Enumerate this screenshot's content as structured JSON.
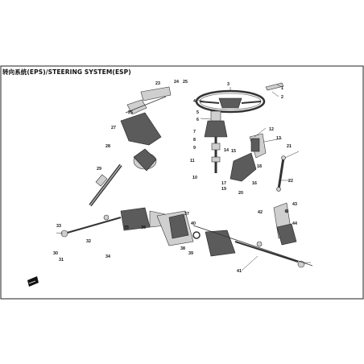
{
  "title": "转向系统(EPS)/STEERING SYSTEM(ESP)",
  "callouts": [
    {
      "label": "1"
    },
    {
      "label": "2"
    },
    {
      "label": "3"
    },
    {
      "label": "4"
    },
    {
      "label": "5"
    },
    {
      "label": "6"
    },
    {
      "label": "7"
    },
    {
      "label": "8"
    },
    {
      "label": "9"
    },
    {
      "label": "10"
    },
    {
      "label": "11"
    },
    {
      "label": "12"
    },
    {
      "label": "13"
    },
    {
      "label": "14"
    },
    {
      "label": "15"
    },
    {
      "label": "16"
    },
    {
      "label": "17"
    },
    {
      "label": "18"
    },
    {
      "label": "19"
    },
    {
      "label": "20"
    },
    {
      "label": "21"
    },
    {
      "label": "22"
    },
    {
      "label": "23"
    },
    {
      "label": "24"
    },
    {
      "label": "25"
    },
    {
      "label": "26"
    },
    {
      "label": "27"
    },
    {
      "label": "28"
    },
    {
      "label": "29"
    },
    {
      "label": "30"
    },
    {
      "label": "31"
    },
    {
      "label": "32"
    },
    {
      "label": "33"
    },
    {
      "label": "34"
    },
    {
      "label": "35"
    },
    {
      "label": "36"
    },
    {
      "label": "37"
    },
    {
      "label": "38"
    },
    {
      "label": "39"
    },
    {
      "label": "40"
    },
    {
      "label": "41"
    },
    {
      "label": "42"
    },
    {
      "label": "43"
    },
    {
      "label": "44"
    }
  ]
}
